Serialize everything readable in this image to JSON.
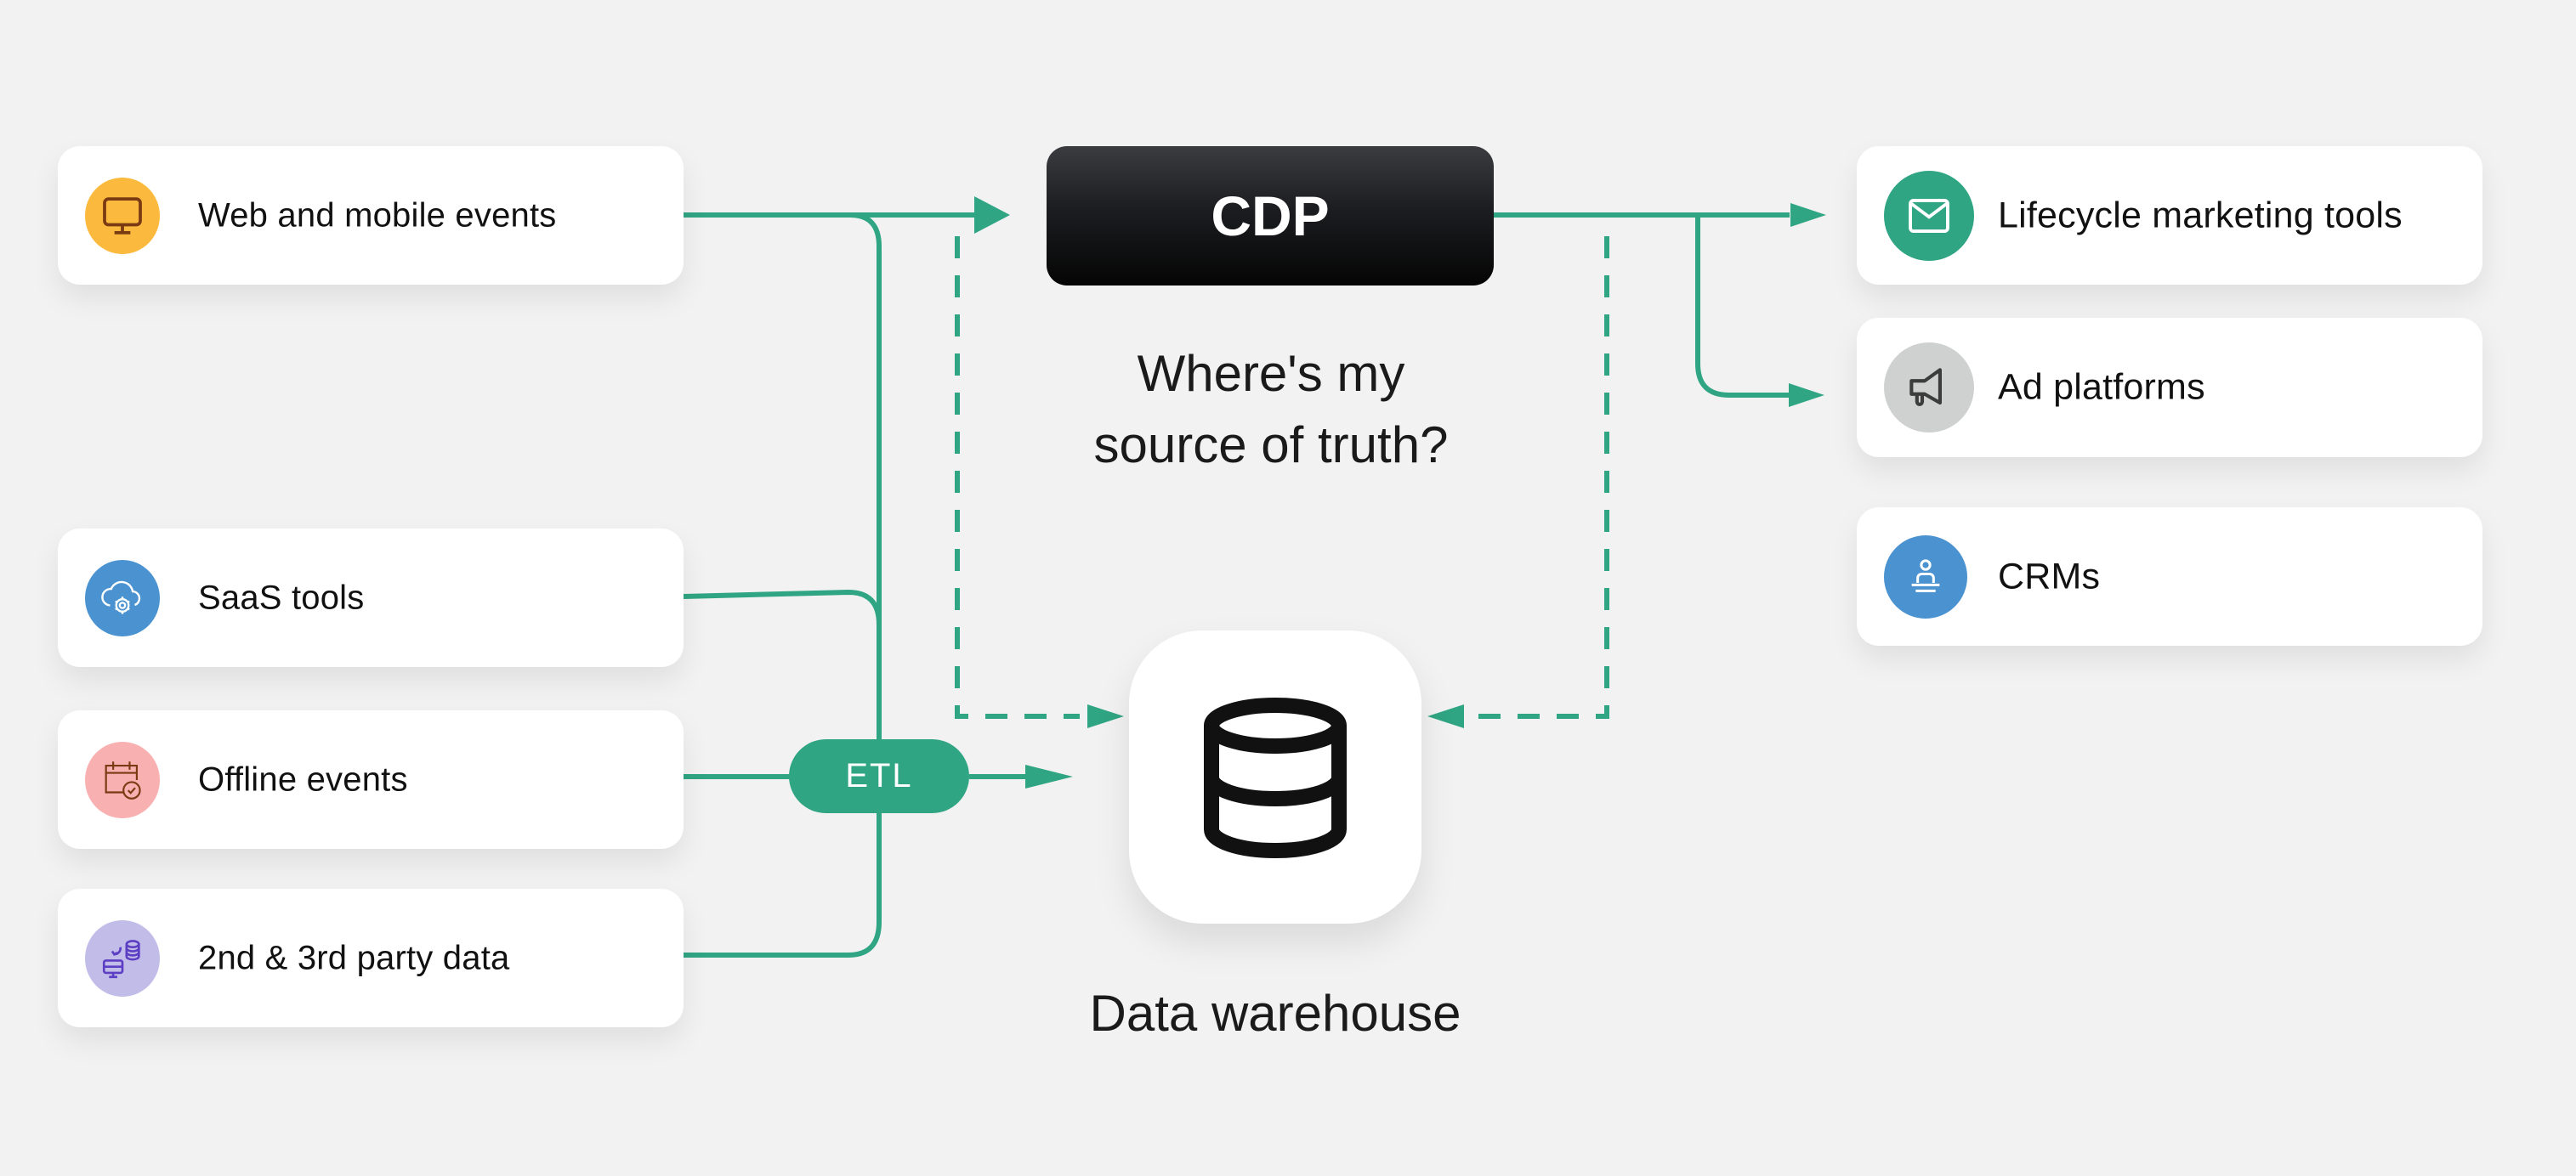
{
  "colors": {
    "background": "#f2f2f2",
    "accent_green": "#30a583",
    "card_bg": "#ffffff",
    "text": "#111111"
  },
  "sources": [
    {
      "label": "Web and mobile events",
      "icon": "monitor-icon",
      "icon_bg": "#fbba3d",
      "icon_color": "#7a3a14"
    },
    {
      "label": "SaaS tools",
      "icon": "cloud-gear-icon",
      "icon_bg": "#4a93d0",
      "icon_color": "#ffffff"
    },
    {
      "label": "Offline events",
      "icon": "calendar-check-icon",
      "icon_bg": "#f9b0b1",
      "icon_color": "#7a3a14"
    },
    {
      "label": "2nd & 3rd party data",
      "icon": "data-sync-icon",
      "icon_bg": "#c1bce8",
      "icon_color": "#5d3fc4"
    }
  ],
  "cdp": {
    "label": "CDP"
  },
  "question": {
    "line1": "Where's my",
    "line2": "source of truth?"
  },
  "etl": {
    "label": "ETL"
  },
  "warehouse": {
    "label": "Data warehouse",
    "icon": "database-icon"
  },
  "destinations": [
    {
      "label": "Lifecycle marketing tools",
      "icon": "mail-icon",
      "icon_bg": "#30a583",
      "icon_color": "#ffffff"
    },
    {
      "label": "Ad platforms",
      "icon": "megaphone-icon",
      "icon_bg": "#cfd1d1",
      "icon_color": "#3c3c3c"
    },
    {
      "label": "CRMs",
      "icon": "user-desk-icon",
      "icon_bg": "#4a93d0",
      "icon_color": "#ffffff"
    }
  ]
}
